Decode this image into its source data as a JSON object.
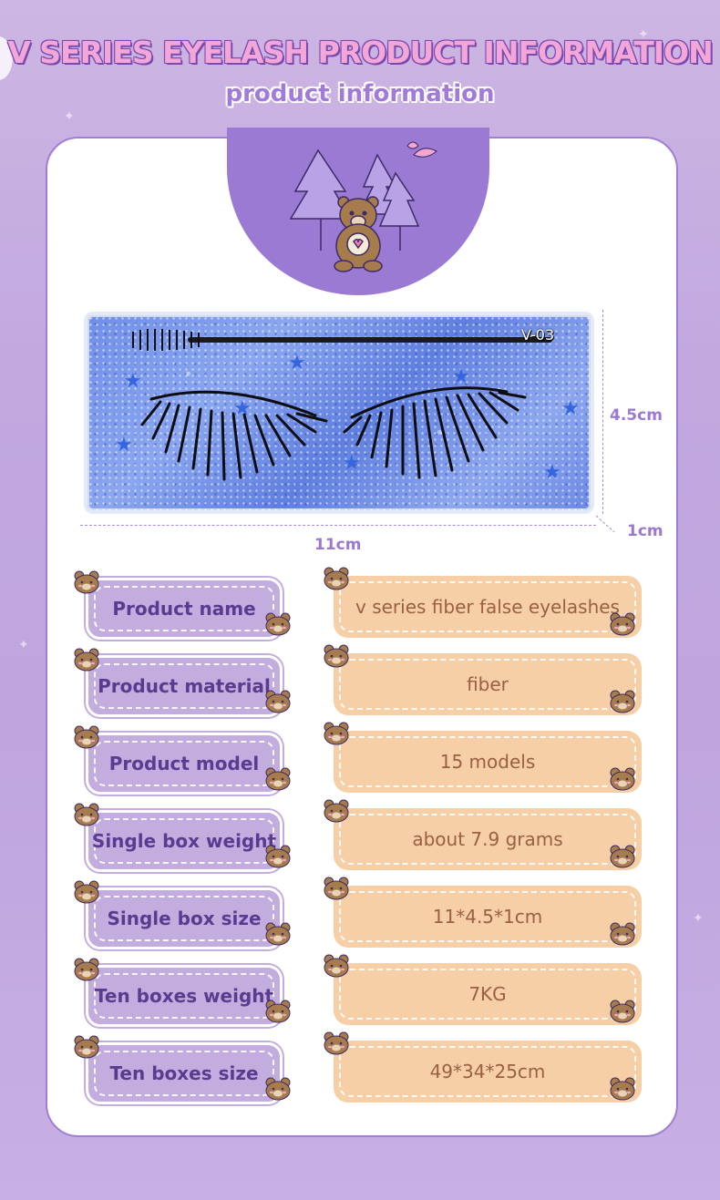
{
  "header": {
    "title": "V SERIES EYELASH PRODUCT INFORMATION",
    "subtitle": "product information"
  },
  "product_image": {
    "model_label": "V-03",
    "width_label": "11cm",
    "height_label": "4.5cm",
    "depth_label": "1cm"
  },
  "specs": [
    {
      "label": "Product name",
      "value": "v series fiber false eyelashes"
    },
    {
      "label": "Product material",
      "value": "fiber"
    },
    {
      "label": "Product model",
      "value": "15 models"
    },
    {
      "label": "Single box weight",
      "value": "about 7.9 grams"
    },
    {
      "label": "Single box size",
      "value": "11*4.5*1cm"
    },
    {
      "label": "Ten boxes weight",
      "value": "7KG"
    },
    {
      "label": "Ten boxes size",
      "value": "49*34*25cm"
    }
  ],
  "colors": {
    "background": "#c2a8df",
    "accent_purple": "#9a7ad3",
    "label_pill": "#c3addf",
    "value_pill": "#f6cfa7",
    "title_pink": "#f3a7d8"
  },
  "icons": [
    "bear-icon",
    "tree-icon",
    "leaf-icon",
    "star-icon",
    "mascara-wand-icon"
  ]
}
